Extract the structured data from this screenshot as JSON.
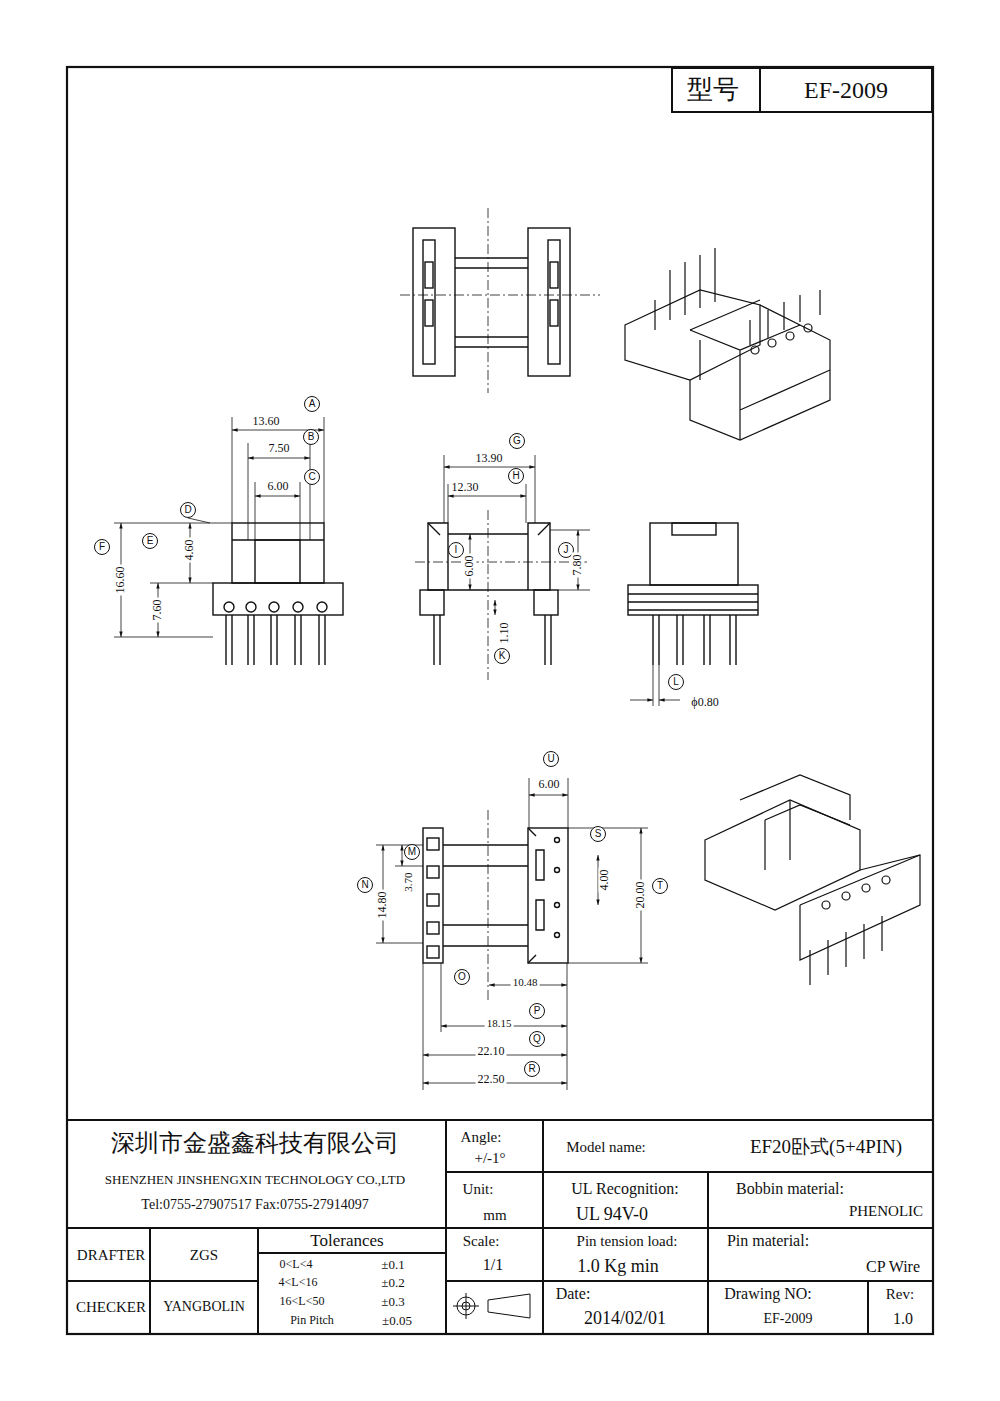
{
  "diagram": {
    "labels": [
      "型号",
      "EF-2009",
      "A",
      "13.60",
      "B",
      "7.50",
      "C",
      "6.00",
      "D",
      "E",
      "F",
      "4.60",
      "16.60",
      "7.60",
      "G",
      "13.90",
      "H",
      "12.30",
      "I",
      "6.00",
      "J",
      "7.80",
      "1.10",
      "K",
      "L",
      "ϕ0.80",
      "U",
      "6.00",
      "S",
      "M",
      "N",
      "3.70",
      "14.80",
      "4.00",
      "T",
      "20.00",
      "O",
      "10.48",
      "P",
      "18.15",
      "Q",
      "22.10",
      "R",
      "22.50",
      "深圳市金盛鑫科技有限公司",
      "SHENZHEN JINSHENGXIN TECHNOLOGY CO.,LTD",
      "Tel:0755-27907517  Fax:0755-27914097",
      "Angle:",
      "+/-1°",
      "Model name:",
      "EF20卧式(5+4PIN)",
      "Unit:",
      "mm",
      "UL Recognition:",
      "UL 94V-0",
      "Bobbin material:",
      "PHENOLIC",
      "DRAFTER",
      "ZGS",
      "Tolerances",
      "0<L<4",
      "±0.1",
      "4<L<16",
      "±0.2",
      "16<L<50",
      "±0.3",
      "Pin Pitch",
      "±0.05",
      "CHECKER",
      "YANGBOLIN",
      "Scale:",
      "1/1",
      "Pin tension load:",
      "1.0 Kg min",
      "Pin material:",
      "CP Wire",
      "Date:",
      "2014/02/01",
      "Drawing NO:",
      "EF-2009",
      "Rev:",
      "1.0"
    ]
  }
}
